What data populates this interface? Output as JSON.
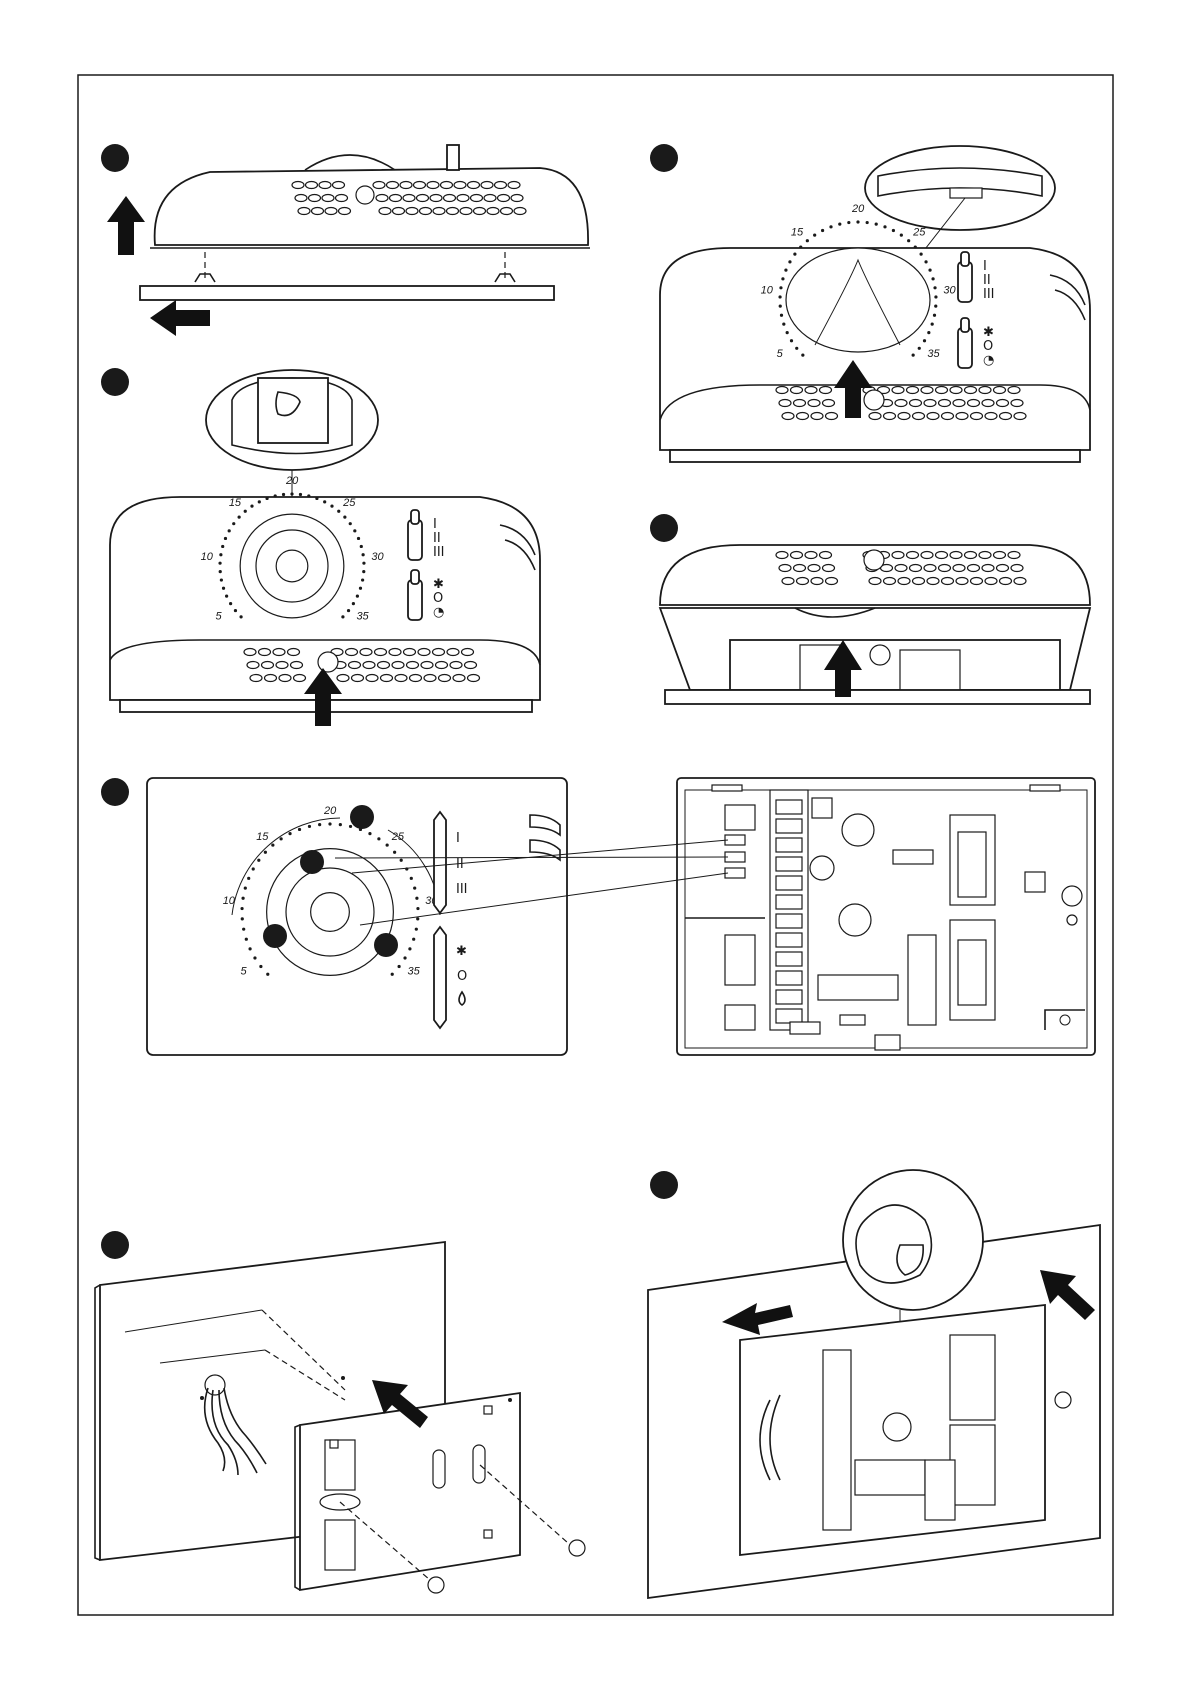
{
  "colors": {
    "ink": "#1a1a1a",
    "paper": "#ffffff",
    "marker": "#111111"
  },
  "panels": [
    {
      "id": "fig-1",
      "marker": "filled-circle",
      "content": "thermostat-cover-removal-side-view"
    },
    {
      "id": "fig-2",
      "marker": "filled-circle",
      "content": "dial-knob-detail"
    },
    {
      "id": "fig-3",
      "marker": "filled-circle",
      "content": "dial-setpoint-indicator-detail"
    },
    {
      "id": "fig-4",
      "marker": "filled-circle",
      "content": "cover-opened-underside"
    },
    {
      "id": "fig-5",
      "marker": "filled-circle",
      "content": "dial-range-limiter-and-circuit-board"
    },
    {
      "id": "fig-6",
      "marker": "filled-circle",
      "content": "wall-plate-mounting"
    },
    {
      "id": "fig-7",
      "marker": "filled-circle",
      "content": "board-mounted-on-wall"
    }
  ],
  "dial_scale": {
    "labels": [
      "5",
      "10",
      "15",
      "20",
      "25",
      "30",
      "35"
    ]
  },
  "switch_marks": {
    "fan_speeds": [
      "I",
      "II",
      "III"
    ],
    "season": [
      "heating-symbol",
      "O",
      "cooling-symbol"
    ]
  },
  "fig5_symbols": {
    "speed_1": "I",
    "speed_2": "II",
    "speed_3": "III",
    "off": "O"
  }
}
